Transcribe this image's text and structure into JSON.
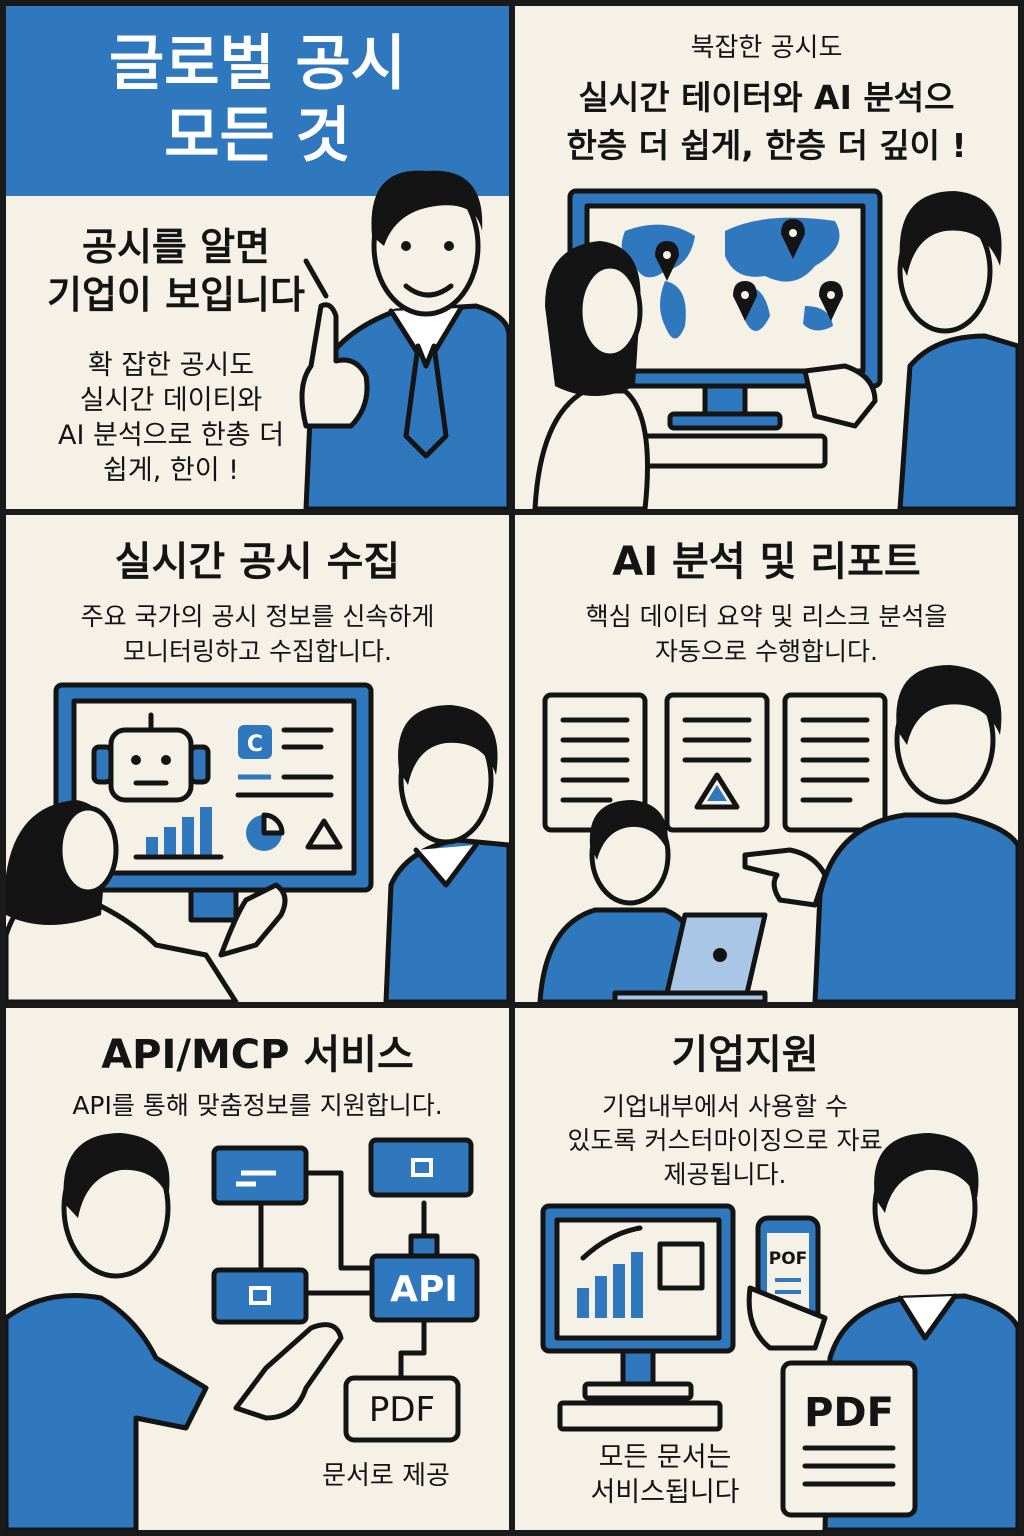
{
  "colors": {
    "blue": "#2f78bd",
    "light_blue": "#a9c6e6",
    "paper": "#f5f1e6",
    "ink": "#141414"
  },
  "panels": [
    {
      "id": "hero",
      "title": "글로벌 공시\n모든 것",
      "heading": "공시를 알면\n기업이 보입니다",
      "body": "확 잡한 공시도\n실시간 데이티와\nAI 분석으로 한총 더\n쉽게, 한이 !"
    },
    {
      "id": "realtime-map",
      "top": "북잡한 공시도",
      "heading": "실시간 테이터와 AI 분석으\n한층 더 쉽게, 한층 더 깊이 !",
      "icons": [
        "world-map-icon",
        "map-pin-icon"
      ]
    },
    {
      "id": "collection",
      "title": "실시간 공시 수집",
      "body": "주요 국가의 공시 정보를 신속하게\n모니터링하고 수집합니다.",
      "icons": [
        "robot-icon",
        "bar-chart-icon",
        "pie-chart-icon",
        "triangle-icon"
      ],
      "screen_letter": "C"
    },
    {
      "id": "ai-report",
      "title": "AI 분석 및 리포트",
      "body": "핵심 데이터 요약 및 리스크 분석을\n자동으로 수행합니다.",
      "icons": [
        "document-icon",
        "laptop-icon",
        "warning-triangle-icon"
      ]
    },
    {
      "id": "api",
      "title": "API/MCP 서비스",
      "body": "API를 통해 맞춤정보를 지원합니다.",
      "api_label": "API",
      "pdf_label": "PDF",
      "caption": "문서로 제공"
    },
    {
      "id": "enterprise",
      "title": "기업지원",
      "body": "기업내부에서 사용할 수\n있도록 커스터마이징으로 자료\n제공됩니다.",
      "phone_label": "POF",
      "pdf_label": "PDF",
      "caption": "모든 문서는\n서비스됩니다"
    }
  ]
}
